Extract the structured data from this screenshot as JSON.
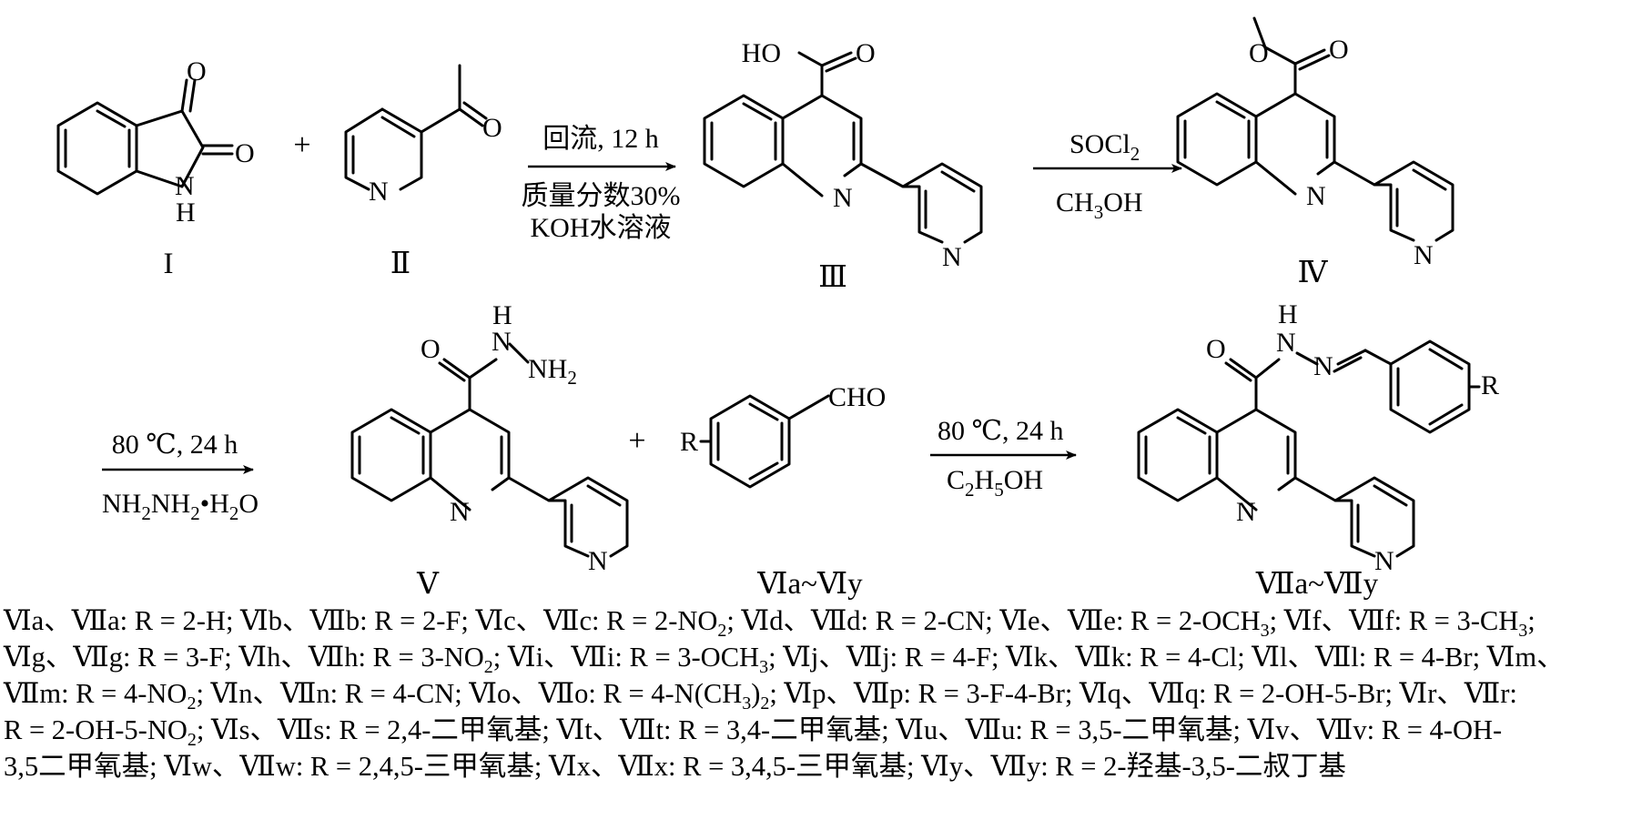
{
  "compound_labels": {
    "isatin": "I",
    "acetylpyridine": "Ⅱ",
    "acid": "Ⅲ",
    "ester": "Ⅳ",
    "hydrazide": "Ⅴ",
    "aldehydes": "Ⅵa~Ⅵy",
    "products": "Ⅶa~Ⅶy"
  },
  "atoms": {
    "O": "O",
    "NH": "N",
    "H": "H",
    "N": "N",
    "HO": "HO",
    "NH2": "NH",
    "sub2": "2",
    "CHO": "CHO",
    "R": "R"
  },
  "conditions": {
    "step1": {
      "above": "回流, 12 h",
      "below1": "质量分数30%",
      "below2": "KOH水溶液"
    },
    "step2": {
      "above_main": "SOCl",
      "above_sub": "2",
      "below_a": "CH",
      "below_sub": "3",
      "below_b": "OH"
    },
    "step3": {
      "above": "80 ℃,  24 h",
      "below_a": "NH",
      "below_sub1": "2",
      "below_b": "NH",
      "below_sub2": "2",
      "below_c": "•H",
      "below_sub3": "2",
      "below_d": "O"
    },
    "step4": {
      "above": "80 ℃, 24 h",
      "below_a": "C",
      "below_sub1": "2",
      "below_b": "H",
      "below_sub2": "5",
      "below_c": "OH"
    }
  },
  "plus_sign": "+",
  "substituent_lines": [
    [
      "Ⅵa、Ⅶa: R = 2-H; Ⅵb、Ⅶb: R = 2-F; Ⅵc、Ⅶc: R = 2-NO",
      "2",
      "; Ⅵd、Ⅶd: R = 2-CN; Ⅵe、Ⅶe: R = 2-OCH",
      "3",
      "; Ⅵf、Ⅶf: R = 3-CH",
      "3",
      ";"
    ],
    [
      "Ⅵg、Ⅶg: R = 3-F; Ⅵh、Ⅶh: R = 3-NO",
      "2",
      "; Ⅵi、Ⅶi: R = 3-OCH",
      "3",
      "; Ⅵj、Ⅶj: R = 4-F; Ⅵk、Ⅶk: R = 4-Cl; Ⅵl、Ⅶl: R = 4-Br; Ⅵm、"
    ],
    [
      "Ⅶm: R = 4-NO",
      "2",
      "; Ⅵn、Ⅶn: R =  4-CN; Ⅵo、Ⅶo: R =  4-N(CH",
      "3",
      ")",
      "2",
      "; Ⅵp、Ⅶp: R = 3-F-4-Br; Ⅵq、Ⅶq: R = 2-OH-5-Br; Ⅵr、Ⅶr:"
    ],
    [
      "R = 2-OH-5-NO",
      "2",
      "; Ⅵs、Ⅶs: R = 2,4-二甲氧基; Ⅵt、Ⅶt: R = 3,4-二甲氧基; Ⅵu、Ⅶu: R = 3,5-二甲氧基; Ⅵv、Ⅶv: R = 4-OH-"
    ],
    [
      "3,5二甲氧基; Ⅵw、Ⅶw: R =  2,4,5-三甲氧基;  Ⅵx、Ⅶx: R = 3,4,5-三甲氧基; Ⅵy、Ⅶy: R = 2-羟基-3,5-二叔丁基"
    ]
  ]
}
